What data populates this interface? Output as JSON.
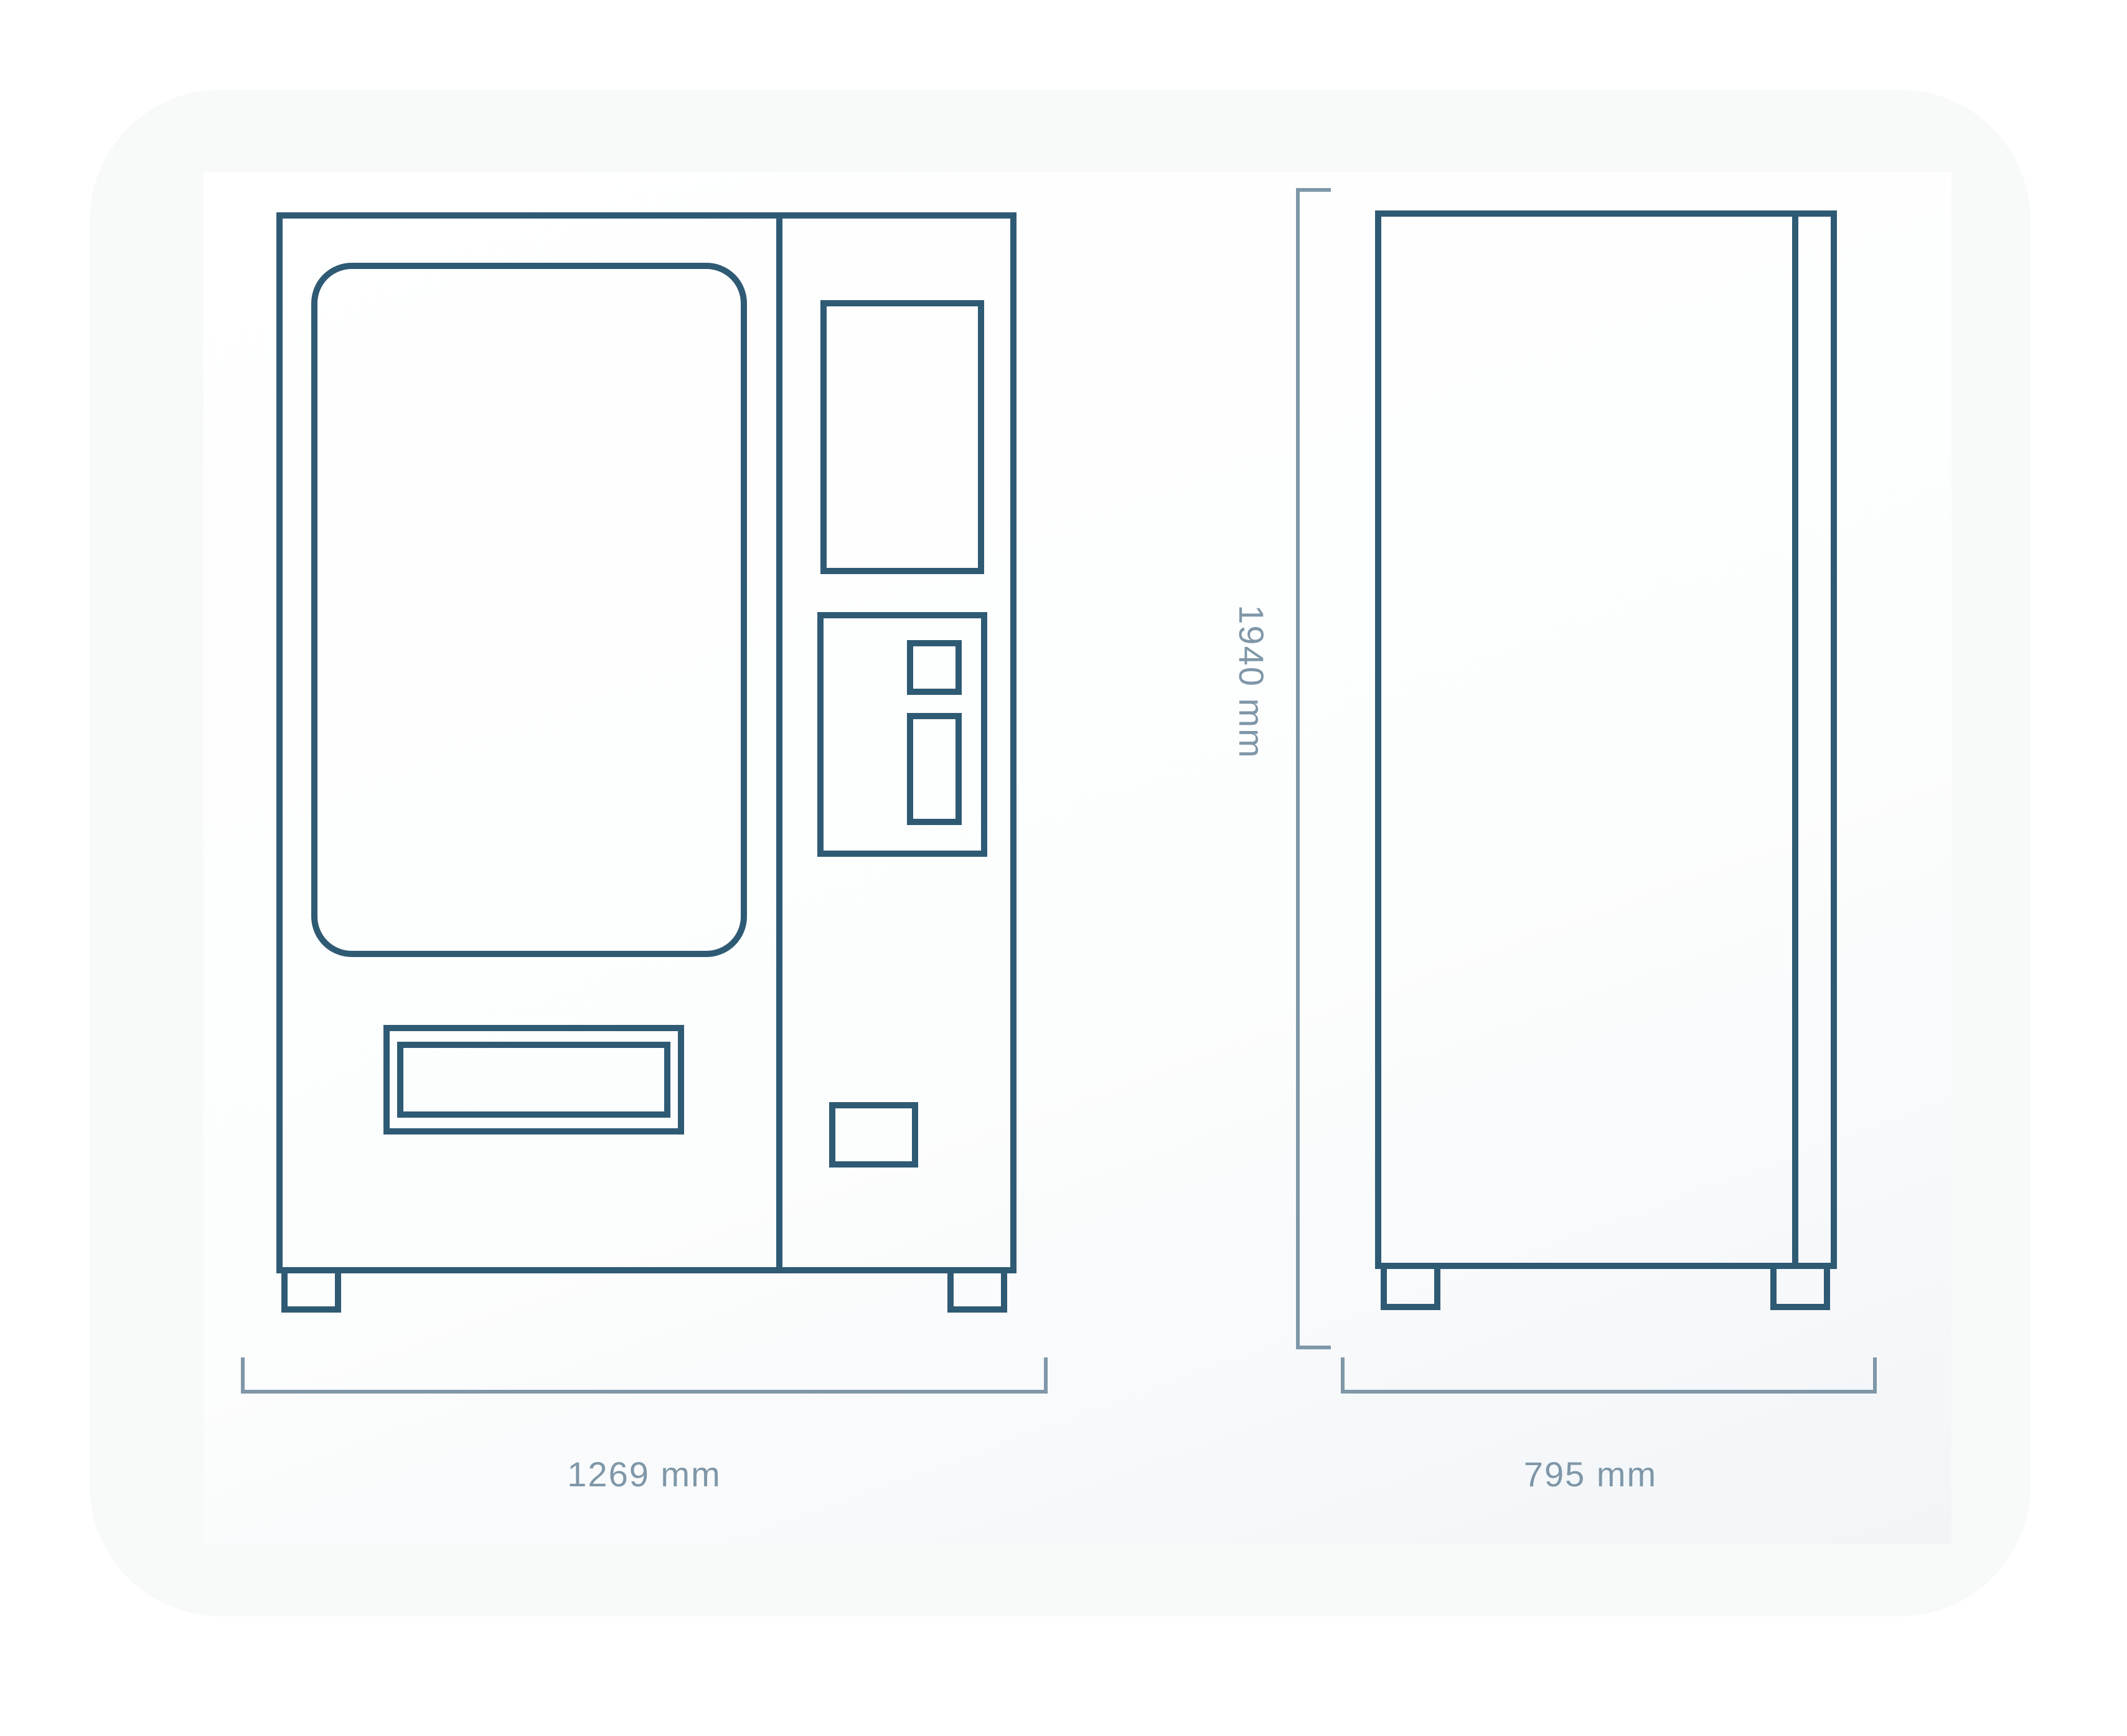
{
  "diagram": {
    "colors": {
      "line": "#2f5a74",
      "dimension": "#7f97a8",
      "card_background": "#f8fafa"
    },
    "dimensions": {
      "front_width": "1269 mm",
      "side_depth": "795 mm",
      "height": "1940 mm"
    }
  }
}
